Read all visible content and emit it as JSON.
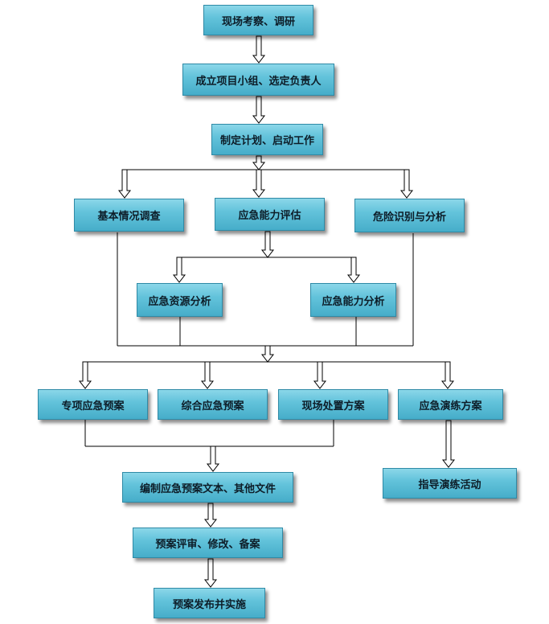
{
  "nodes": {
    "survey": "现场考察、调研",
    "team": "成立项目小组、选定负责人",
    "plan": "制定计划、启动工作",
    "basic": "基本情况调查",
    "capability_eval": "应急能力评估",
    "hazard": "危险识别与分析",
    "resource_analysis": "应急资源分析",
    "capability_analysis": "应急能力分析",
    "special_plan": "专项应急预案",
    "comprehensive_plan": "综合应急预案",
    "onsite_plan": "现场处置方案",
    "drill_plan": "应急演练方案",
    "compile_text": "编制应急预案文本、其他文件",
    "guide_drill": "指导演练活动",
    "review": "预案评审、修改、备案",
    "publish": "预案发布并实施"
  },
  "colors": {
    "box_top": "#8bd7e9",
    "box_bottom": "#46adc9",
    "line": "#000000"
  }
}
